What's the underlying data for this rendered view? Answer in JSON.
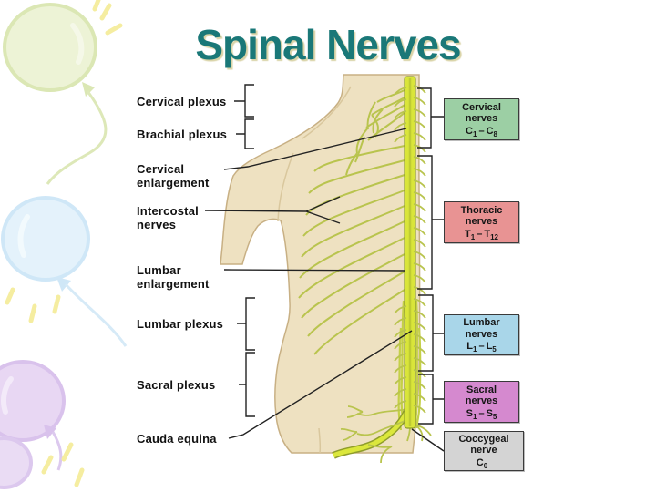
{
  "slide": {
    "title": "Spinal Nerves",
    "title_color": "#1a7878"
  },
  "figure": {
    "left_labels": [
      {
        "id": "cervical-plexus",
        "lines": [
          "Cervical plexus"
        ]
      },
      {
        "id": "brachial-plexus",
        "lines": [
          "Brachial plexus"
        ]
      },
      {
        "id": "cervical-enlargement",
        "lines": [
          "Cervical",
          "enlargement"
        ]
      },
      {
        "id": "intercostal-nerves",
        "lines": [
          "Intercostal",
          "nerves"
        ]
      },
      {
        "id": "lumbar-enlargement",
        "lines": [
          "Lumbar",
          "enlargement"
        ]
      },
      {
        "id": "lumbar-plexus",
        "lines": [
          "Lumbar plexus"
        ]
      },
      {
        "id": "sacral-plexus",
        "lines": [
          "Sacral plexus"
        ]
      },
      {
        "id": "cauda-equina",
        "lines": [
          "Cauda equina"
        ]
      }
    ],
    "nerve_boxes": [
      {
        "id": "cervical-nerves",
        "line1": "Cervical",
        "line2": "nerves",
        "sym": "C",
        "from": "1",
        "sep": "–",
        "sym2": "C",
        "to": "8",
        "bg": "#9ccfa4"
      },
      {
        "id": "thoracic-nerves",
        "line1": "Thoracic",
        "line2": "nerves",
        "sym": "T",
        "from": "1",
        "sep": "–",
        "sym2": "T",
        "to": "12",
        "bg": "#e89393"
      },
      {
        "id": "lumbar-nerves",
        "line1": "Lumbar",
        "line2": "nerves",
        "sym": "L",
        "from": "1",
        "sep": "–",
        "sym2": "L",
        "to": "5",
        "bg": "#a9d6e9"
      },
      {
        "id": "sacral-nerves",
        "line1": "Sacral",
        "line2": "nerves",
        "sym": "S",
        "from": "1",
        "sep": "–",
        "sym2": "S",
        "to": "5",
        "bg": "#d589cf"
      },
      {
        "id": "coccygeal-nerve",
        "line1": "Coccygeal",
        "line2": "nerve",
        "sym": "C",
        "from": "0",
        "bg": "#d4d4d4"
      }
    ],
    "anatomy_colors": {
      "body_fill": "#eee1c1",
      "body_outline": "#c8b084",
      "spinal_cord": "#d9e53a",
      "nerve": "#b9c44e",
      "annotation": "#222222"
    }
  },
  "decorations": {
    "balloons": [
      "green-balloon",
      "blue-balloon",
      "purple-balloon"
    ],
    "sparkle_color": "#f5eda0"
  }
}
